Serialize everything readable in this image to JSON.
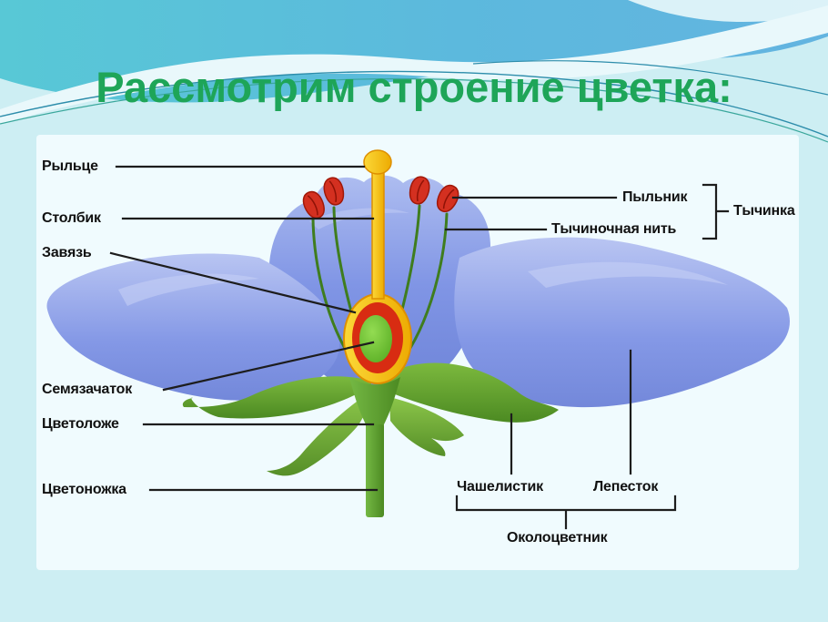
{
  "slide": {
    "title": "Рассмотрим строение цветка:",
    "title_color": "#1ea558",
    "background_color": "#cdeef3"
  },
  "diagram": {
    "labels": {
      "stigma": "Рыльце",
      "style": "Столбик",
      "ovary": "Завязь",
      "ovule": "Семязачаток",
      "receptacle": "Цветоложе",
      "pedicel": "Цветоножка",
      "anther": "Пыльник",
      "filament": "Тычиночная нить",
      "stamen": "Тычинка",
      "sepal": "Чашелистик",
      "petal": "Лепесток",
      "perianth": "Околоцветник"
    },
    "colors": {
      "petal_blue": "#8095e5",
      "sepal_leaf_green": "#5a9e32",
      "pistil_yellow": "#f6c51a",
      "ovary_ring_red": "#d82c12",
      "ovule_green": "#6cc32e",
      "anther_red": "#d43020",
      "label_text": "#111111"
    }
  }
}
